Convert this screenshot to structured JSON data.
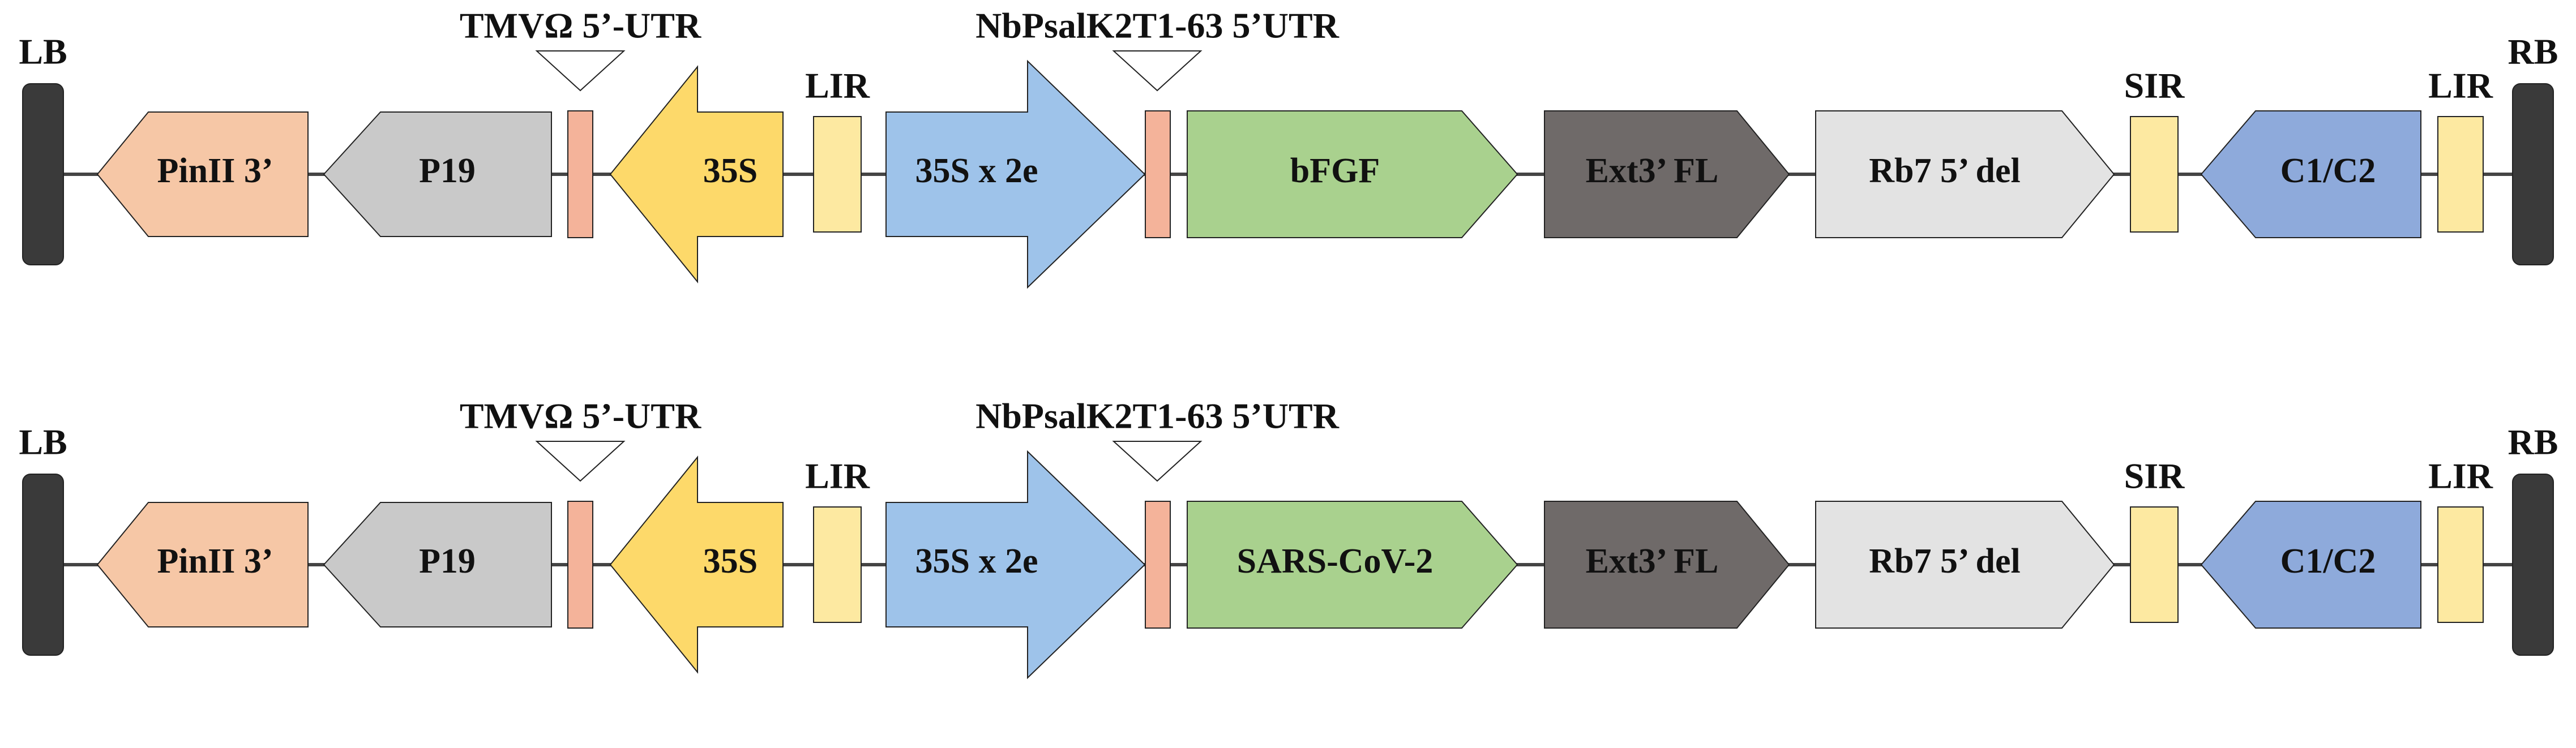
{
  "constructs": [
    {
      "border_left": "LB",
      "border_right": "RB",
      "labels": {
        "pinII": "PinII 3’",
        "p19": "P19",
        "tmv_utr": "TMVΩ 5’-UTR",
        "s35": "35S",
        "lir_left": "LIR",
        "s35x2e": "35S x 2e",
        "nbpsal_utr": "NbPsalK2T1-63 5’UTR",
        "gene": "bFGF",
        "ext3": "Ext3’ FL",
        "rb7": "Rb7 5’ del",
        "sir": "SIR",
        "c1c2": "C1/C2",
        "lir_right": "LIR"
      }
    },
    {
      "border_left": "LB",
      "border_right": "RB",
      "labels": {
        "pinII": "PinII 3’",
        "p19": "P19",
        "tmv_utr": "TMVΩ 5’-UTR",
        "s35": "35S",
        "lir_left": "LIR",
        "s35x2e": "35S x 2e",
        "nbpsal_utr": "NbPsalK2T1-63 5’UTR",
        "gene": "SARS-CoV-2",
        "ext3": "Ext3’ FL",
        "rb7": "Rb7 5’ del",
        "sir": "SIR",
        "c1c2": "C1/C2",
        "lir_right": "LIR"
      }
    }
  ],
  "colors": {
    "border_block": "#3a3a3a",
    "pinII": "#f6c7a6",
    "p19": "#c9c9c9",
    "utr_bar": "#f4b39a",
    "s35": "#fdd96a",
    "lir": "#fde9a1",
    "s35x2e": "#9ec3ea",
    "gene": "#a9d18e",
    "ext3": "#6f6a69",
    "rb7": "#e3e3e3",
    "sir": "#fde9a1",
    "c1c2": "#8eaadb",
    "line": "#444444",
    "stroke": "#222222"
  }
}
